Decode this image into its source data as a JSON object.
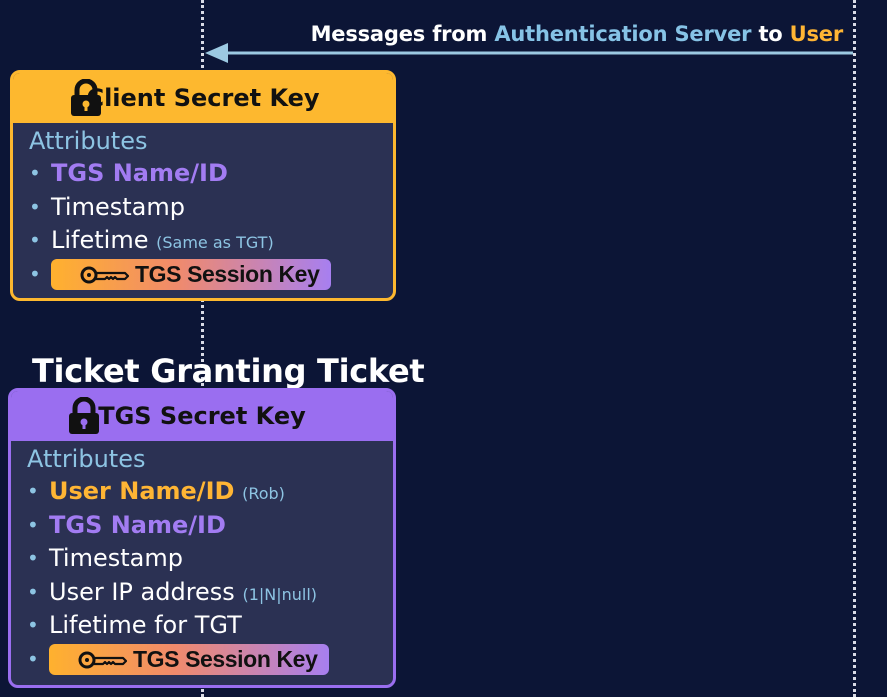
{
  "message": {
    "prefix": "Messages from",
    "source": "Authentication Server",
    "connector": "to",
    "target": "User"
  },
  "client_card": {
    "title": "Client Secret Key",
    "lock_icon": "lock-icon",
    "attributes_label": "Attributes",
    "items": {
      "tgs_name": "TGS Name/ID",
      "timestamp": "Timestamp",
      "lifetime": "Lifetime",
      "lifetime_note": "(Same as TGT)",
      "session_key": "TGS Session Key"
    }
  },
  "tgt_title": "Ticket Granting Ticket",
  "tgt_card": {
    "title": "TGS Secret Key",
    "lock_icon": "lock-icon",
    "attributes_label": "Attributes",
    "items": {
      "user_name": "User Name/ID",
      "user_name_note": "(Rob)",
      "tgs_name": "TGS Name/ID",
      "timestamp": "Timestamp",
      "user_ip": "User IP address",
      "user_ip_note": "(1|N|null)",
      "lifetime": "Lifetime for TGT",
      "session_key": "TGS Session Key"
    }
  },
  "colors": {
    "background": "#0c1536",
    "client_accent": "#fdb82f",
    "tgs_accent": "#9a6ef0",
    "label_blue": "#8dc4e3",
    "arrow": "#9cc9e2"
  }
}
